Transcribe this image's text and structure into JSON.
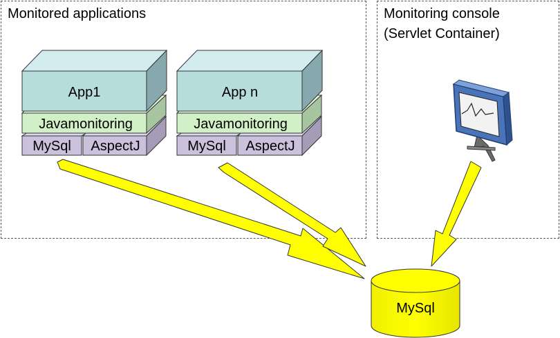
{
  "regions": {
    "monitored": {
      "title": "Monitored applications"
    },
    "console": {
      "title_line1": "Monitoring console",
      "title_line2": "(Servlet Container)"
    }
  },
  "stacks": [
    {
      "app": "App1",
      "middleware": "Javamonitoring",
      "lib1": "MySql",
      "lib2": "AspectJ"
    },
    {
      "app": "App n",
      "middleware": "Javamonitoring",
      "lib1": "MySql",
      "lib2": "AspectJ"
    }
  ],
  "database": {
    "label": "MySql"
  },
  "colors": {
    "app_front": "#b7dcdc",
    "app_top": "#d3ecf0",
    "app_side": "#87a8ac",
    "javamon_front": "#d2f0c8",
    "javamon_top": "#e6f8dc",
    "javamon_side": "#a6c5a0",
    "lib_front": "#cac2dc",
    "lib_top": "#ded8ec",
    "lib_side": "#a59db8",
    "arrow": "#ffff00",
    "database": "#ffff00"
  },
  "icons": {
    "console": "monitor-icon"
  }
}
